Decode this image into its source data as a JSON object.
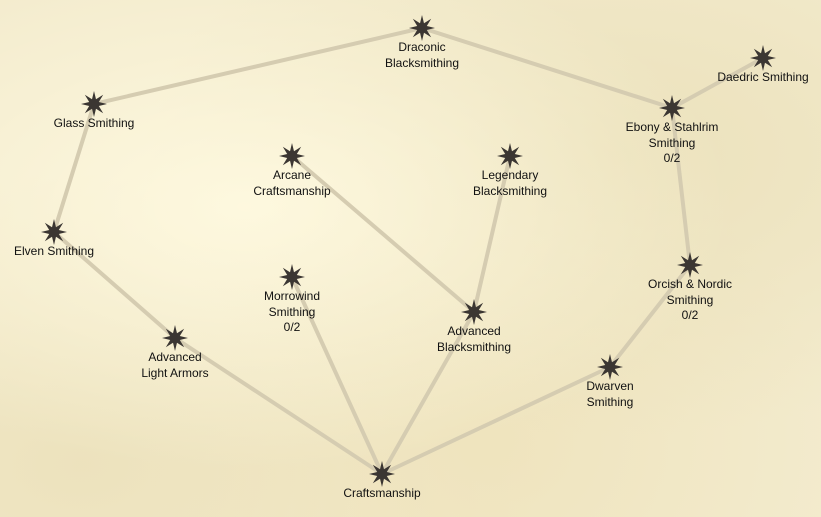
{
  "colors": {
    "link": "#d5ccb1",
    "star": "#3b3632",
    "text": "#111111"
  },
  "nodes": [
    {
      "id": "draconic",
      "lines": [
        "Draconic",
        "Blacksmithing"
      ]
    },
    {
      "id": "daedric",
      "lines": [
        "Daedric Smithing"
      ]
    },
    {
      "id": "glass",
      "lines": [
        "Glass Smithing"
      ]
    },
    {
      "id": "ebony",
      "lines": [
        "Ebony & Stahlrim",
        "Smithing",
        "0/2"
      ]
    },
    {
      "id": "arcane",
      "lines": [
        "Arcane",
        "Craftsmanship"
      ]
    },
    {
      "id": "legendary",
      "lines": [
        "Legendary",
        "Blacksmithing"
      ]
    },
    {
      "id": "elven",
      "lines": [
        "Elven Smithing"
      ]
    },
    {
      "id": "morrowind",
      "lines": [
        "Morrowind",
        "Smithing",
        "0/2"
      ]
    },
    {
      "id": "orcish",
      "lines": [
        "Orcish & Nordic",
        "Smithing",
        "0/2"
      ]
    },
    {
      "id": "advlight",
      "lines": [
        "Advanced",
        "Light Armors"
      ]
    },
    {
      "id": "advblack",
      "lines": [
        "Advanced",
        "Blacksmithing"
      ]
    },
    {
      "id": "dwarven",
      "lines": [
        "Dwarven",
        "Smithing"
      ]
    },
    {
      "id": "crafts",
      "lines": [
        "Craftsmanship"
      ]
    }
  ],
  "edges": [
    [
      "crafts",
      "advlight"
    ],
    [
      "advlight",
      "elven"
    ],
    [
      "elven",
      "glass"
    ],
    [
      "glass",
      "draconic"
    ],
    [
      "crafts",
      "morrowind"
    ],
    [
      "crafts",
      "advblack"
    ],
    [
      "advblack",
      "arcane"
    ],
    [
      "advblack",
      "legendary"
    ],
    [
      "crafts",
      "dwarven"
    ],
    [
      "dwarven",
      "orcish"
    ],
    [
      "orcish",
      "ebony"
    ],
    [
      "ebony",
      "daedric"
    ],
    [
      "ebony",
      "draconic"
    ]
  ]
}
